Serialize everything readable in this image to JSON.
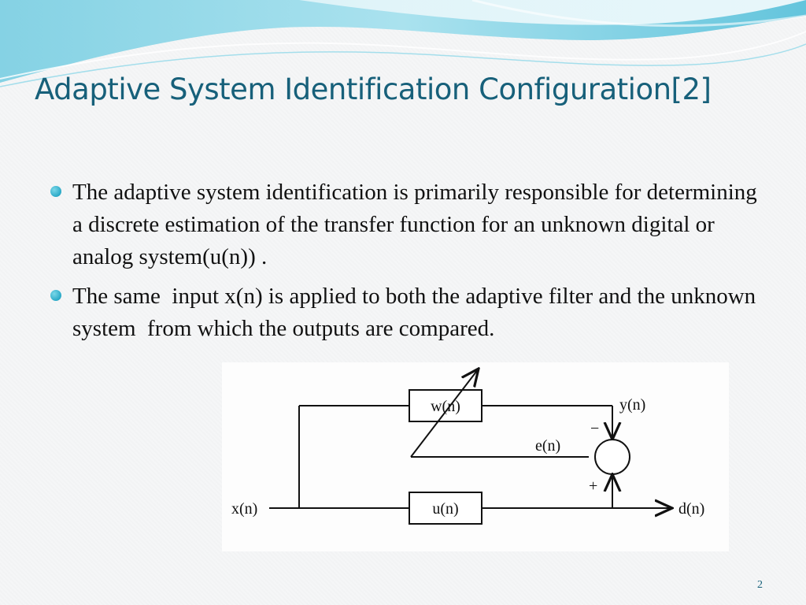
{
  "slide": {
    "title": "Adaptive System Identification Configuration[2]",
    "bullets": [
      {
        "text": "The adaptive system identification is primarily responsible for determining a discrete estimation of the transfer function for an unknown digital or analog system(u(n)) ."
      },
      {
        "text": "The same  input x(n) is applied to both the adaptive filter and the unknown system  from which the outputs are compared."
      }
    ],
    "page_number": "2"
  },
  "diagram": {
    "input_label": "x(n)",
    "adaptive_filter_label": "w(n)",
    "unknown_system_label": "u(n)",
    "filter_output_label": "y(n)",
    "error_label": "e(n)",
    "desired_output_label": "d(n)",
    "minus_sign": "−",
    "plus_sign": "+"
  },
  "colors": {
    "title": "#17607a",
    "bullet": "#2aa9c7",
    "wave_light": "#bfeaf2",
    "wave_dark": "#4bbcd6"
  }
}
